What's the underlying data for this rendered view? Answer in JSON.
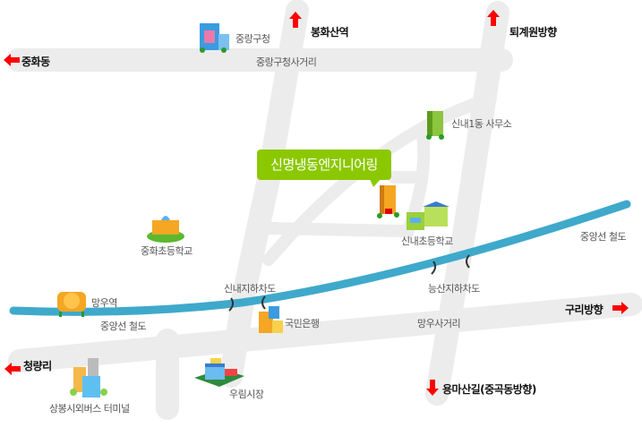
{
  "colors": {
    "road": "#ececec",
    "rail": "#3fa9cb",
    "arrow": "#ff0000",
    "highlight": "#8cc800"
  },
  "highlight": {
    "label": "신명냉동엔지니어링"
  },
  "directions": {
    "bonghwasan": "봉화산역",
    "toegyewon": "퇴계원방향",
    "junghwa": "중화동",
    "guri": "구리방향",
    "cheongnyangni": "청량리",
    "yongmasan": "용마산길(중곡동방향)"
  },
  "places": {
    "jungnang_office": "중랑구청",
    "jungnang_intersection": "중랑구청사거리",
    "sinnae1_office": "신내1동 사무소",
    "sinnae_school": "신내초등학교",
    "junghwa_school": "중화초등학교",
    "rail_right": "중앙선 철도",
    "rail_left": "중앙선 철도",
    "neungsan_underpass": "능산지하차도",
    "sinnae_underpass": "신내지하차도",
    "mangu_station": "망우역",
    "kookmin_bank": "국민은행",
    "mangu_intersection": "망우사거리",
    "bus_terminal": "상봉시외버스 터미널",
    "urim_market": "우림시장"
  }
}
